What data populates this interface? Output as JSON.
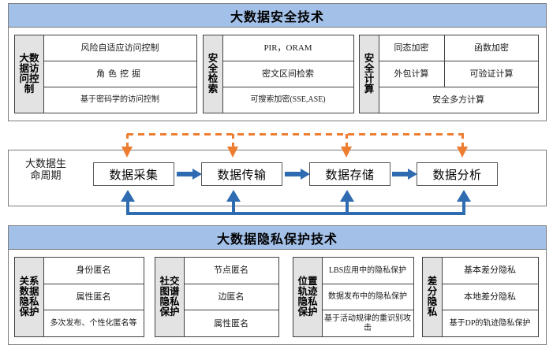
{
  "security": {
    "title": "大数据安全技术",
    "groups": [
      {
        "label": [
          "大数",
          "据访",
          "问控",
          "制"
        ],
        "label_full": "大数据访问控制",
        "rows": [
          {
            "cells": [
              {
                "text": "风险自适应访问控制",
                "style": "small"
              }
            ]
          },
          {
            "cells": [
              {
                "text": "角色挖掘",
                "style": "spaced"
              }
            ]
          },
          {
            "cells": [
              {
                "text": "基于密码学的访问控制",
                "style": "tiny"
              }
            ]
          }
        ]
      },
      {
        "label": [
          "安",
          "全",
          "检",
          "索"
        ],
        "label_full": "安全检索",
        "rows": [
          {
            "cells": [
              {
                "text": "PIR，ORAM",
                "style": "small"
              }
            ]
          },
          {
            "cells": [
              {
                "text": "密文区间检索",
                "style": "small"
              }
            ]
          },
          {
            "cells": [
              {
                "text": "可搜索加密(SSE,ASE)",
                "style": "tiny"
              }
            ]
          }
        ]
      },
      {
        "label": [
          "安",
          "全",
          "计",
          "算"
        ],
        "label_full": "安全计算",
        "rows": [
          {
            "cells": [
              {
                "text": "同态加密",
                "style": "small"
              },
              {
                "text": "函数加密",
                "style": "small"
              }
            ]
          },
          {
            "cells": [
              {
                "text": "外包计算",
                "style": "small"
              },
              {
                "text": "可验证计算",
                "style": "small"
              }
            ]
          },
          {
            "cells": [
              {
                "text": "安全多方计算",
                "style": "small"
              }
            ]
          }
        ]
      }
    ]
  },
  "lifecycle": {
    "label": [
      "大数据生",
      "命周期"
    ],
    "label_full": "大数据生命周期",
    "stages": [
      {
        "name": "数据采集"
      },
      {
        "name": "数据传输"
      },
      {
        "name": "数据存储"
      },
      {
        "name": "数据分析"
      }
    ],
    "colors": {
      "forward_arrow": "#2e6bb0",
      "feedback_arrow": "#2e6bb0",
      "downlink_arrow": "#ed7d31"
    }
  },
  "privacy": {
    "title": "大数据隐私保护技术",
    "groups": [
      {
        "label": [
          "关系",
          "数据",
          "隐私",
          "保护"
        ],
        "label_full": "关系数据隐私保护",
        "rows": [
          {
            "cells": [
              {
                "text": "身份匿名",
                "style": "small"
              }
            ]
          },
          {
            "cells": [
              {
                "text": "属性匿名",
                "style": "small"
              }
            ]
          },
          {
            "cells": [
              {
                "text": "多次发布、个性化匿名等",
                "style": "tiny"
              }
            ]
          }
        ]
      },
      {
        "label": [
          "社交",
          "图谱",
          "隐私",
          "保护"
        ],
        "label_full": "社交图谱隐私保护",
        "rows": [
          {
            "cells": [
              {
                "text": "节点匿名",
                "style": "small"
              }
            ]
          },
          {
            "cells": [
              {
                "text": "边匿名",
                "style": "small"
              }
            ]
          },
          {
            "cells": [
              {
                "text": "属性匿名",
                "style": "small"
              }
            ]
          }
        ]
      },
      {
        "label": [
          "位置",
          "轨迹",
          "隐私",
          "保护"
        ],
        "label_full": "位置轨迹隐私保护",
        "rows": [
          {
            "cells": [
              {
                "text": "LBS应用中的隐私保护",
                "style": "tiny"
              }
            ]
          },
          {
            "cells": [
              {
                "text": "数据发布中的隐私保护",
                "style": "tiny"
              }
            ]
          },
          {
            "cells": [
              {
                "text": "基于活动规律的重识别攻击",
                "style": "tiny"
              }
            ]
          }
        ]
      },
      {
        "label": [
          "差",
          "分",
          "隐",
          "私"
        ],
        "label_full": "差分隐私",
        "rows": [
          {
            "cells": [
              {
                "text": "基本差分隐私",
                "style": "small"
              }
            ]
          },
          {
            "cells": [
              {
                "text": "本地差分隐私",
                "style": "small"
              }
            ]
          },
          {
            "cells": [
              {
                "text": "基于DP的轨迹隐私保护",
                "style": "tiny"
              }
            ]
          }
        ]
      }
    ]
  },
  "theme": {
    "title_bar_color": "#a3c0e8",
    "panel_border": "#7b7b7b",
    "label_fill": "#e3e3e3",
    "box_border": "#404040"
  }
}
